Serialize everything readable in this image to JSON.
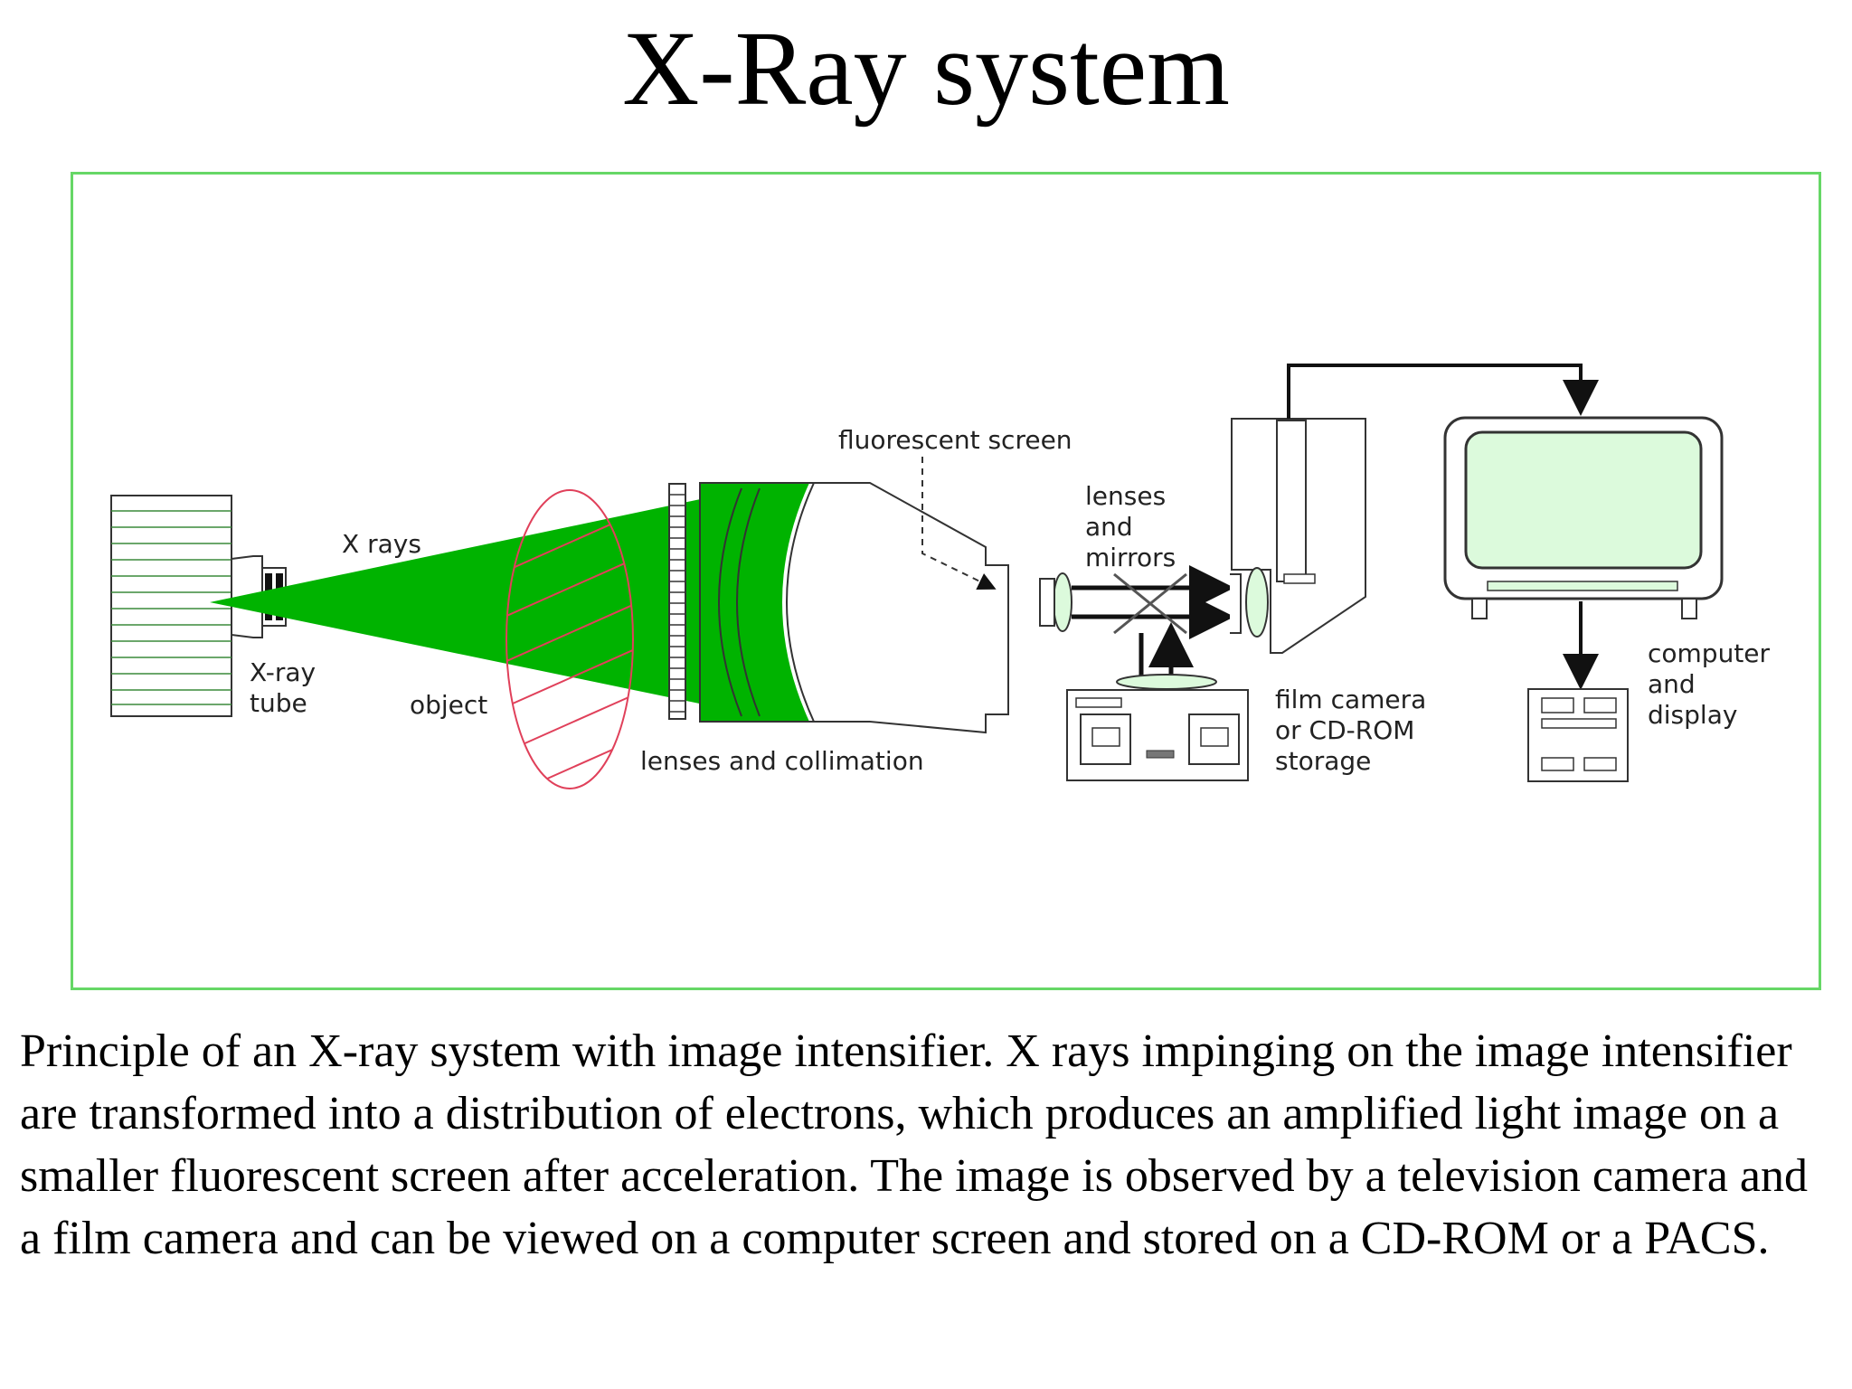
{
  "title": "X-Ray system",
  "diagram": {
    "labels": {
      "x_rays": "X rays",
      "xray_tube_line1": "X-ray",
      "xray_tube_line2": "tube",
      "object": "object",
      "fluorescent_screen": "fluorescent screen",
      "lenses_mirrors_line1": "lenses",
      "lenses_mirrors_line2": "and",
      "lenses_mirrors_line3": "mirrors",
      "lenses_collimation": "lenses and collimation",
      "film_camera_line1": "film camera",
      "film_camera_line2": "or CD-ROM",
      "film_camera_line3": "storage",
      "computer_line1": "computer",
      "computer_line2": "and",
      "computer_line3": "display"
    },
    "colors": {
      "frame_border": "#66d766",
      "beam": "#00b300",
      "object_outline": "#e0405a",
      "screen_fill": "#dcfadc",
      "tube_lines": "#3a8a3a"
    }
  },
  "caption": "Principle of an X-ray system with image intensifier. X rays impinging  on the image intensifier are transformed into a distribution of electrons, which produces an amplified light image on a smaller fluorescent screen after acceleration. The image is observed by a television camera and a film camera and can be viewed on a computer screen and stored on a CD-ROM or a PACS."
}
